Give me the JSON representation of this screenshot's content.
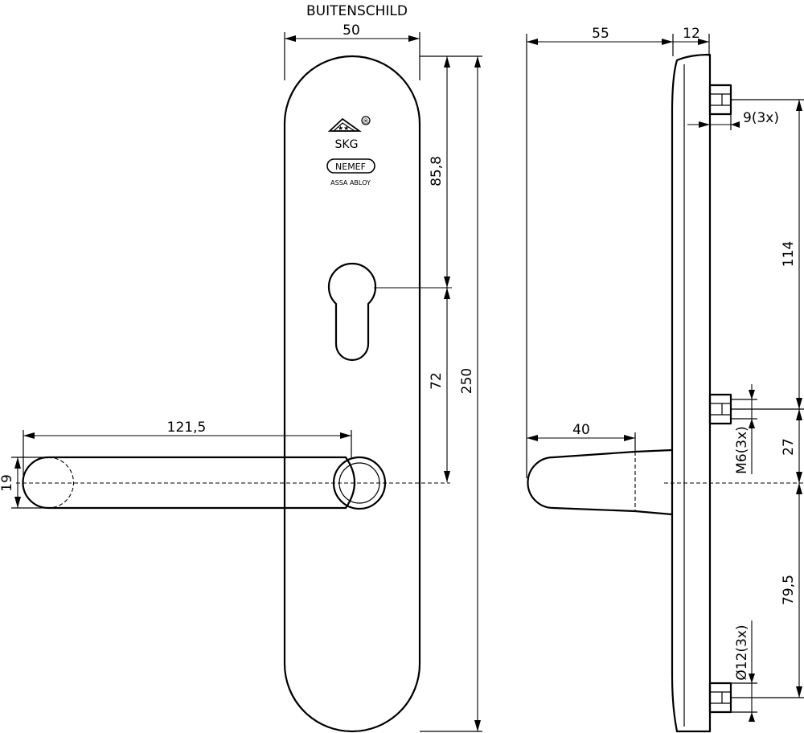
{
  "title": "BUITENSCHILD",
  "logos": {
    "skg": "SKG",
    "registered": "®",
    "nemef": "NEMEF",
    "assa": "ASSA ABLOY"
  },
  "dimensions": {
    "front_width": "50",
    "top_to_cylinder": "85,8",
    "cylinder_to_handle": "72",
    "total_height": "250",
    "lever_length": "121,5",
    "lever_diameter": "19",
    "side_depth": "55",
    "side_plate": "12",
    "screw_boss": "9(3x)",
    "screw_spacing_top": "114",
    "thread": "M6(3x)",
    "boss_to_handle": "27",
    "handle_to_bottom": "79,5",
    "boss_diameter": "Ø12(3x)",
    "lever_side_length": "40"
  }
}
